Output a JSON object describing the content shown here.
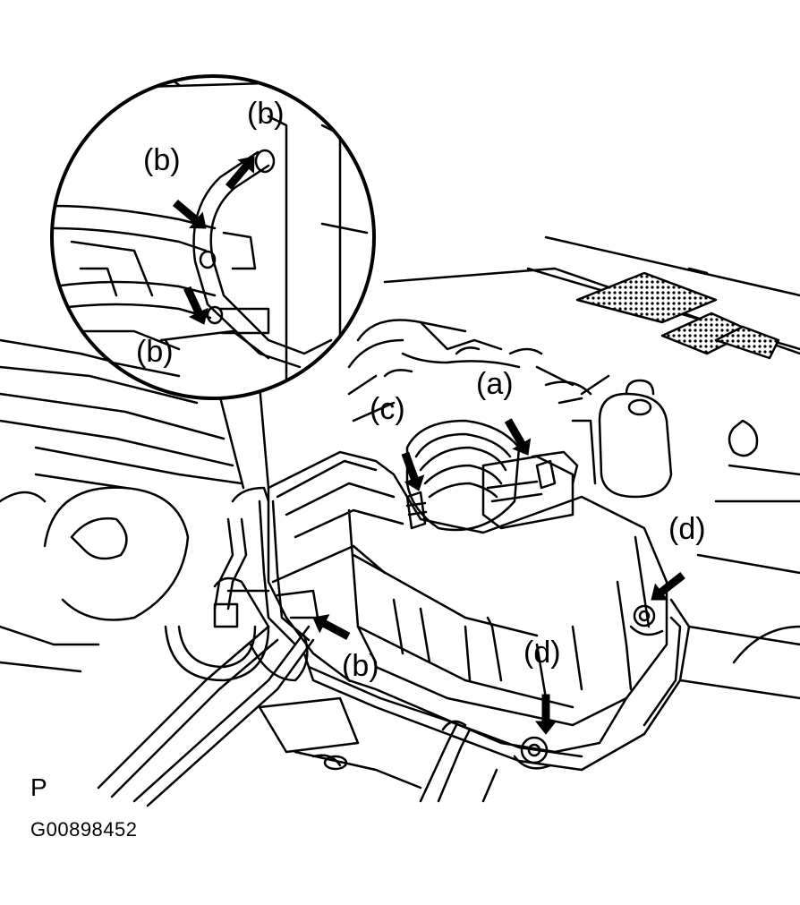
{
  "callouts": {
    "a": "(a)",
    "b": "(b)",
    "c": "(c)",
    "d": "(d)"
  },
  "corner_code": "P",
  "figure_id": "G00898452",
  "icons": {
    "arrow": "arrow-icon",
    "engine": "engine-bay-drawing",
    "detail": "magnified-detail-circle"
  },
  "colors": {
    "ink": "#000000",
    "paper": "#ffffff"
  }
}
